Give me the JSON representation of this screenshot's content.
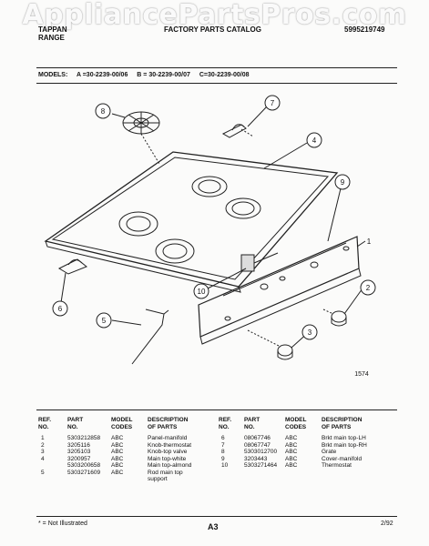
{
  "watermark": "AppliancePartsPros.com",
  "header": {
    "brand_line1": "TAPPAN",
    "brand_line2": "RANGE",
    "catalog": "FACTORY PARTS CATALOG",
    "catalog_number": "5995219749"
  },
  "models": {
    "label": "MODELS:",
    "a": "A =30-2239-00/06",
    "b": "B = 30-2239-00/07",
    "c": "C=30-2239-00/08"
  },
  "figure_number": "1574",
  "callouts": [
    "1",
    "2",
    "3",
    "4",
    "5",
    "6",
    "7",
    "8",
    "9",
    "10"
  ],
  "table": {
    "headers": {
      "ref": "REF.\nNO.",
      "part": "PART\nNO.",
      "model": "MODEL\nCODES",
      "desc": "DESCRIPTION\nOF PARTS"
    },
    "left_rows": [
      {
        "ref": "1",
        "part": "5303212858",
        "model": "ABC",
        "desc": "Panel-manifold"
      },
      {
        "ref": "2",
        "part": "3205116",
        "model": "ABC",
        "desc": "Knob-thermostat"
      },
      {
        "ref": "3",
        "part": "3205103",
        "model": "ABC",
        "desc": "Knob-top valve"
      },
      {
        "ref": "4",
        "part": "3200957",
        "model": "ABC",
        "desc": "Main top-white"
      },
      {
        "ref": "",
        "part": "5303200658",
        "model": "ABC",
        "desc": "Main top-almond"
      },
      {
        "ref": "5",
        "part": "5303271609",
        "model": "ABC",
        "desc": "Rod main top"
      },
      {
        "ref": "",
        "part": "",
        "model": "",
        "desc": "support"
      }
    ],
    "right_rows": [
      {
        "ref": "6",
        "part": "08067746",
        "model": "ABC",
        "desc": "Brkt main top-LH"
      },
      {
        "ref": "7",
        "part": "08067747",
        "model": "ABC",
        "desc": "Brkt main top-RH"
      },
      {
        "ref": "8",
        "part": "5303012700",
        "model": "ABC",
        "desc": "Grate"
      },
      {
        "ref": "9",
        "part": "3203443",
        "model": "ABC",
        "desc": "Cover-manifold"
      },
      {
        "ref": "10",
        "part": "5303271464",
        "model": "ABC",
        "desc": "Thermostat"
      }
    ]
  },
  "footer": {
    "note": "* = Not Illustrated",
    "page": "A3",
    "date": "2/92"
  }
}
